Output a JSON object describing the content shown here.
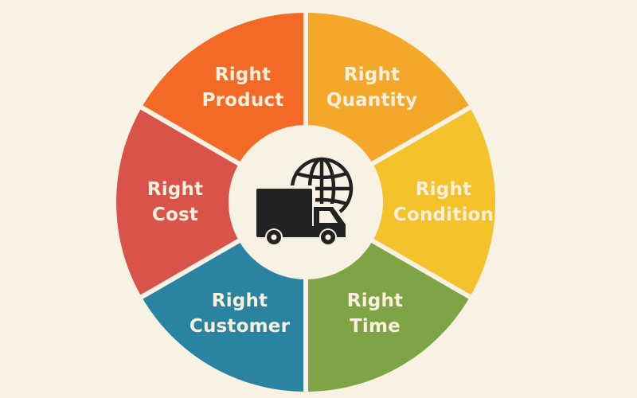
{
  "diagram": {
    "title": "",
    "background": "#f7f2e4",
    "center_icon": "delivery-truck-with-globe-icon",
    "segments": [
      {
        "id": "product",
        "line1": "Right",
        "line2": "Product",
        "color": "#f26a25"
      },
      {
        "id": "quantity",
        "line1": "Right",
        "line2": "Quantity",
        "color": "#f4a82a"
      },
      {
        "id": "condition",
        "line1": "Right",
        "line2": "Condition",
        "color": "#f4c22a"
      },
      {
        "id": "time",
        "line1": "Right",
        "line2": "Time",
        "color": "#7ea446"
      },
      {
        "id": "customer",
        "line1": "Right",
        "line2": "Customer",
        "color": "#2a83a0"
      },
      {
        "id": "cost",
        "line1": "Right",
        "line2": "Cost",
        "color": "#d9534a"
      }
    ],
    "text_color": "#f8f0dc",
    "icon_color": "#222222"
  }
}
